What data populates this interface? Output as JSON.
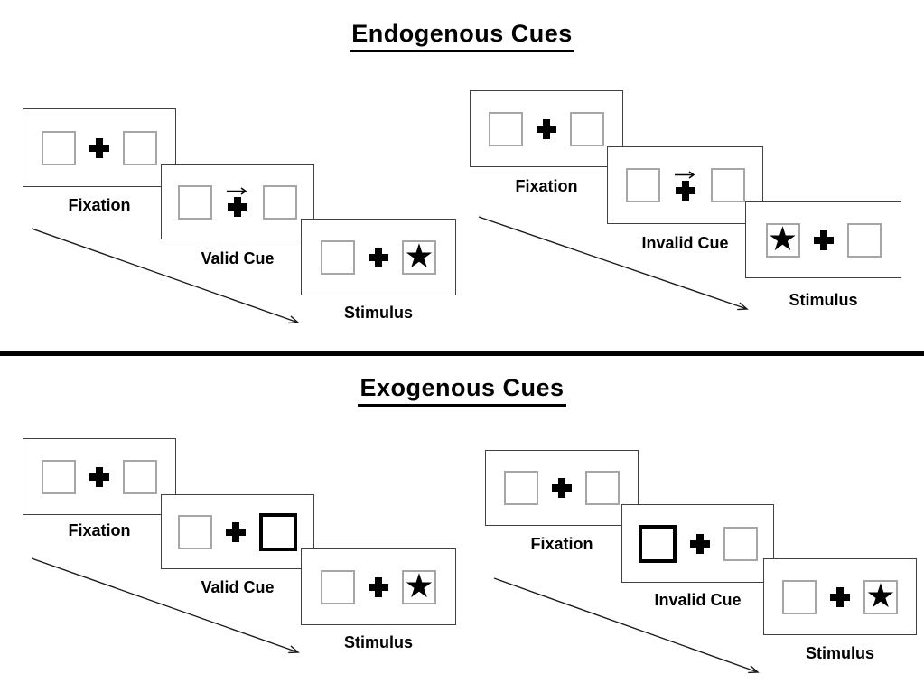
{
  "sections": [
    {
      "title": "Endogenous Cues",
      "sequences": [
        {
          "name": "valid",
          "steps": [
            {
              "label": "Fixation",
              "content": "two empty boxes with central fixation cross"
            },
            {
              "label": "Valid Cue",
              "content": "central arrow pointing right above fixation cross",
              "cue": "right-arrow"
            },
            {
              "label": "Stimulus",
              "content": "star appears in right box",
              "target_side": "right"
            }
          ]
        },
        {
          "name": "invalid",
          "steps": [
            {
              "label": "Fixation",
              "content": "two empty boxes with central fixation cross"
            },
            {
              "label": "Invalid Cue",
              "content": "central arrow pointing right above fixation cross",
              "cue": "right-arrow"
            },
            {
              "label": "Stimulus",
              "content": "star appears in left box",
              "target_side": "left"
            }
          ]
        }
      ]
    },
    {
      "title": "Exogenous Cues",
      "sequences": [
        {
          "name": "valid",
          "steps": [
            {
              "label": "Fixation",
              "content": "two empty boxes with central fixation cross"
            },
            {
              "label": "Valid Cue",
              "content": "right box highlighted with thick black border",
              "cue": "highlight-right-box"
            },
            {
              "label": "Stimulus",
              "content": "star appears in right box",
              "target_side": "right"
            }
          ]
        },
        {
          "name": "invalid",
          "steps": [
            {
              "label": "Fixation",
              "content": "two empty boxes with central fixation cross"
            },
            {
              "label": "Invalid Cue",
              "content": "left box highlighted with thick black border",
              "cue": "highlight-left-box"
            },
            {
              "label": "Stimulus",
              "content": "star appears in right box",
              "target_side": "right"
            }
          ]
        }
      ]
    }
  ],
  "icons": {
    "star": "★",
    "plus": "fixation-cross",
    "cue_arrow": "right-arrow"
  },
  "colors": {
    "background": "#ffffff",
    "panel_border": "#404040",
    "box_border": "#a6a6a6",
    "highlight_border": "#000000",
    "divider": "#000000",
    "text": "#000000"
  }
}
